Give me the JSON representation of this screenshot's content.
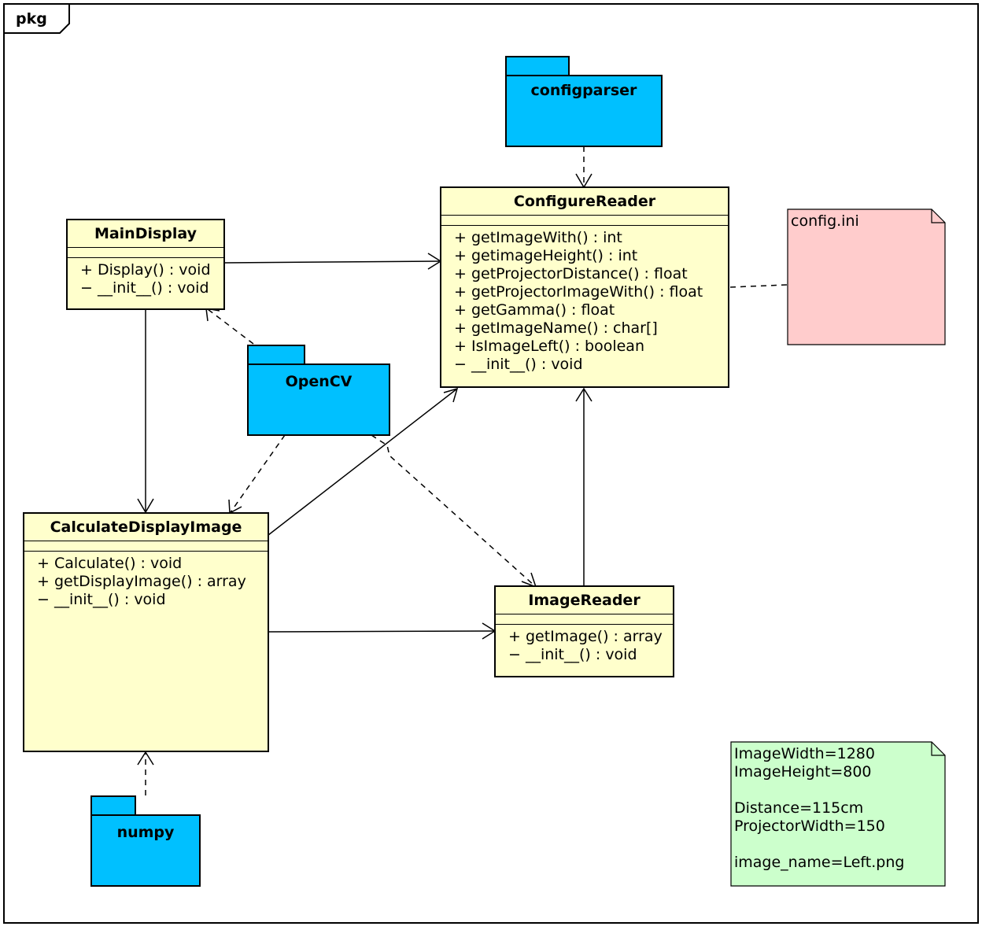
{
  "frame": {
    "label": "pkg"
  },
  "packages": {
    "configparser": "configparser",
    "opencv": "OpenCV",
    "numpy": "numpy"
  },
  "classes": {
    "configure_reader": {
      "name": "ConfigureReader",
      "ops": [
        "+ getImageWith() : int",
        "+ getimageHeight() : int",
        "+ getProjectorDistance() : float",
        "+ getProjectorImageWith() : float",
        "+ getGamma() : float",
        "+ getImageName() : char[]",
        "+ IsImageLeft() : boolean",
        "− __init__() : void"
      ]
    },
    "main_display": {
      "name": "MainDisplay",
      "ops": [
        "+ Display() : void",
        "− __init__() : void"
      ]
    },
    "calculate_display_image": {
      "name": "CalculateDisplayImage",
      "ops": [
        "+ Calculate() : void",
        "+ getDisplayImage() : array",
        "− __init__() : void"
      ]
    },
    "image_reader": {
      "name": "ImageReader",
      "ops": [
        "+ getImage() : array",
        "− __init__() : void"
      ]
    }
  },
  "notes": {
    "config_ini": "config.ini",
    "values": "ImageWidth=1280\nImageHeight=800\n\nDistance=115cm\nProjectorWidth=150\n\nimage_name=Left.png"
  },
  "colors": {
    "package_fill": "#00c0ff",
    "class_fill": "#ffffcc",
    "note_pink": "#ffcccc",
    "note_green": "#ccffcc",
    "stroke": "#000000"
  }
}
